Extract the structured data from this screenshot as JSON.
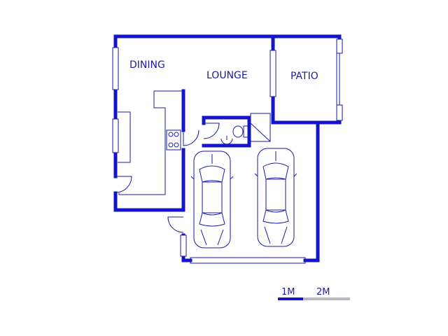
{
  "plan": {
    "rooms": {
      "dining": "DINING",
      "lounge": "LOUNGE",
      "patio": "PATIO"
    },
    "scale": {
      "one": "1M",
      "two": "2M"
    },
    "colors": {
      "wall": "#1414c8",
      "line": "#1a1aaa",
      "scale_grey": "#b8b8c0"
    }
  }
}
